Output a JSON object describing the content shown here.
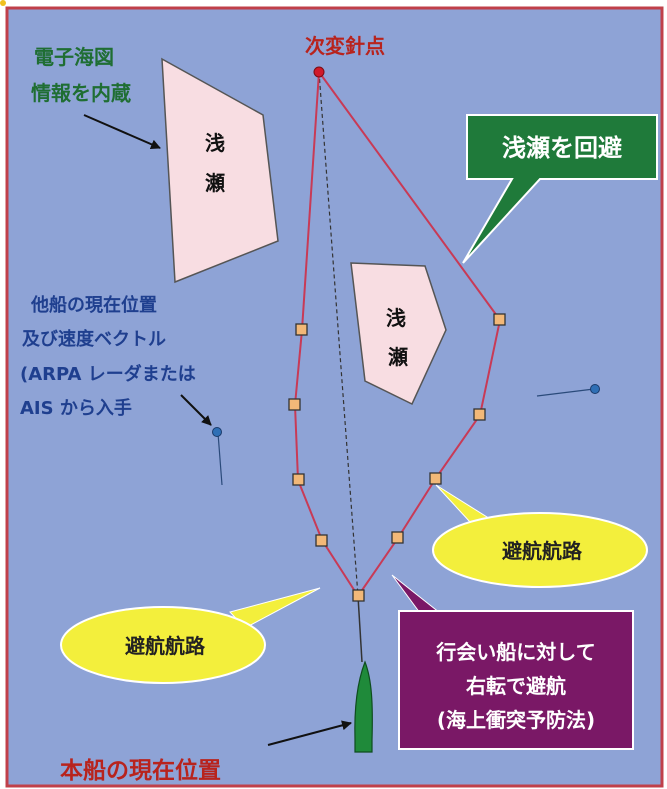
{
  "labels": {
    "ecdis_line1": "電子海図",
    "ecdis_line2": "情報を内蔵",
    "next_waypoint": "次変針点",
    "shoal_1_line1": "浅",
    "shoal_1_line2": "瀬",
    "shoal_2_line1": "浅",
    "shoal_2_line2": "瀬",
    "avoid_shoal": "浅瀬を回避",
    "other_ship_line1": "他船の現在位置",
    "other_ship_line2": "及び速度ベクトル",
    "other_ship_line3": "(ARPA レーダまたは",
    "other_ship_line4": "AIS から入手",
    "avoid_route_right": "避航航路",
    "avoid_route_left": "避航航路",
    "rule_line1": "行会い船に対して",
    "rule_line2": "右転で避航",
    "rule_line3": "(海上衝突予防法)",
    "own_ship": "本船の現在位置"
  },
  "colors": {
    "background": "#8ea3d6",
    "frame": "#c0404a",
    "route": "#c83a56",
    "shoal_fill": "#f8dde2",
    "waypoint_fill": "#f2b878",
    "callout_green": "#1f7a3a",
    "callout_yellow": "#f3ef3c",
    "callout_purple": "#7a1866",
    "own_ship": "#1f8a3a",
    "target_ship": "#2f6fb5",
    "green_text": "#1f6e33",
    "blue_text": "#1f3f8f",
    "red_text": "#b8231d"
  },
  "icons": {
    "waypoint": "square-marker-icon",
    "next_waypoint": "red-dot-icon",
    "own_ship": "ship-hull-icon",
    "target_ship": "blue-dot-icon",
    "pointer": "arrow-icon"
  }
}
